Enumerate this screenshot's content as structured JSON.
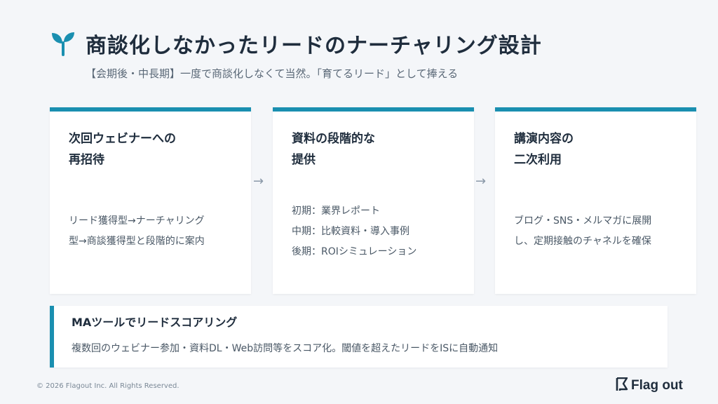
{
  "header": {
    "title": "商談化しなかったリードのナーチャリング設計",
    "subtitle": "【会期後・中長期】一度で商談化しなくて当然。「育てるリード」として捧える",
    "icon": "sprout-icon",
    "accent_color": "#1a8fb0"
  },
  "cards": [
    {
      "title_line1": "次回ウェビナーへの",
      "title_line2": "再招待",
      "body": [
        "リード獲得型→ナーチャリング",
        "型→商談獲得型と段階的に案内"
      ]
    },
    {
      "title_line1": "資料の段階的な",
      "title_line2": "提供",
      "body": [
        "初期：業界レポート",
        "中期：比較資料・導入事例",
        "後期：ROIシミュレーション"
      ]
    },
    {
      "title_line1": "講演内容の",
      "title_line2": "二次利用",
      "body": [
        "ブログ・SNS・メルマガに展開",
        "し、定期接触のチャネルを確保"
      ]
    }
  ],
  "arrows": [
    "→",
    "→"
  ],
  "bottom": {
    "title": "MAツールでリードスコアリング",
    "body": "複数回のウェビナー参加・資料DL・Web訪問等をスコア化。閾値を超えたリードをISに自動通知"
  },
  "footer": {
    "copyright": "© 2026 Flagout Inc. All Rights Reserved.",
    "brand": "Flag out",
    "brand_icon": "flag-logo-icon"
  }
}
